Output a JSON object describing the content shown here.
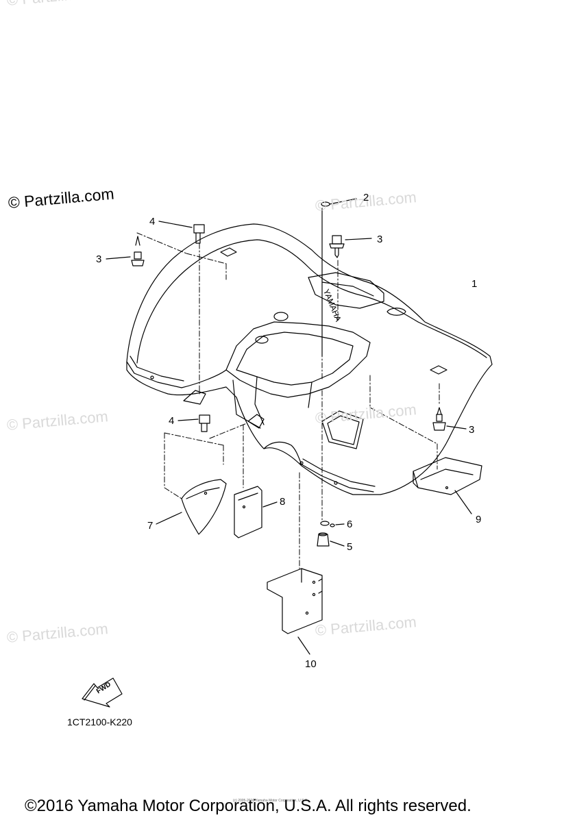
{
  "watermarks": {
    "main": "© Partzilla.com",
    "faint": "© Partzilla.com"
  },
  "callouts": [
    "1",
    "2",
    "3",
    "3",
    "3",
    "4",
    "4",
    "5",
    "6",
    "7",
    "8",
    "9",
    "10"
  ],
  "fender_text": "YAMAHA",
  "fwd_text": "FWD",
  "diagram_code": "1CT2100-K220",
  "footer": {
    "copyright": "©2016 Yamaha Motor Corporation, U.S.A. All rights reserved.",
    "fine_print": "(c) 2005-2016 Yamaha Motor Corporation, U.S.A."
  }
}
